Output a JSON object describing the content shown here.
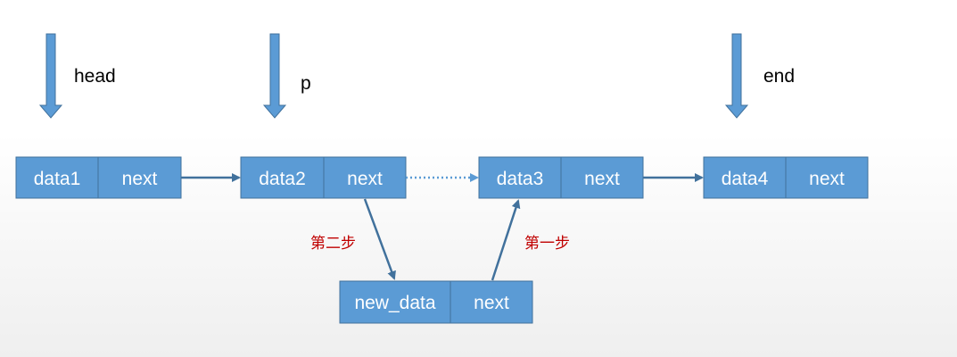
{
  "pointers": {
    "head": "head",
    "p": "p",
    "end": "end"
  },
  "nodes": {
    "node1": {
      "data": "data1",
      "next": "next"
    },
    "node2": {
      "data": "data2",
      "next": "next"
    },
    "node3": {
      "data": "data3",
      "next": "next"
    },
    "node4": {
      "data": "data4",
      "next": "next"
    },
    "new_node": {
      "data": "new_data",
      "next": "next"
    }
  },
  "steps": {
    "first": "第一步",
    "second": "第二步"
  },
  "colors": {
    "box_fill": "#5b9bd5",
    "box_stroke": "#41719c",
    "step_text": "#c00000"
  }
}
